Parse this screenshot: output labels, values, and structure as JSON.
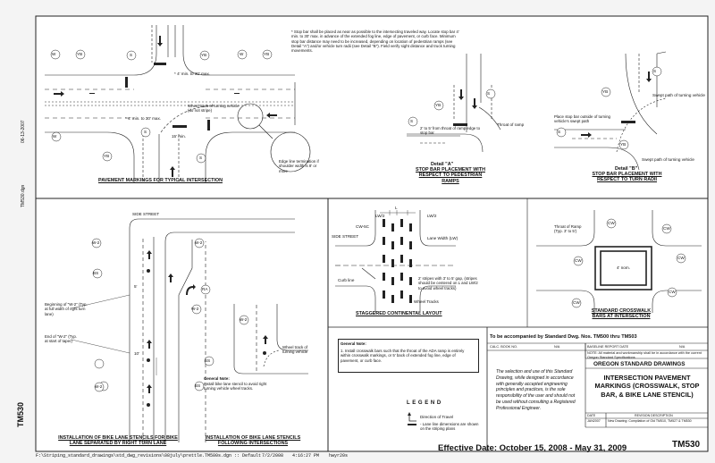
{
  "drawing": {
    "top_notes": {
      "stop_bar": "* Stop bar shall be placed as near as possible to the intersecting traveled way. Locate stop bar 4' min. to 30' max. in advance of the extended fog line, edge of pavement, or curb face. Minimum stop bar distance may need to be increased, depending on location of pedestrian ramps (see Detail \"A\") and/or vehicle turn radii (see Detail \"B\"). Field verify sight distance and truck turning movements."
    },
    "labels": {
      "w": "W",
      "yb": "YB",
      "s": "S",
      "bs": "BS",
      "ra": "RA",
      "w2": "W-2",
      "cw": "CW",
      "cw5c": "CW-5C",
      "four_to_thirty": "* 4' min. to 30' max.",
      "wheel_track": "Wheel track of turning vehicle (do not stripe)",
      "fifteen_min": "15' min.",
      "edge_line_term": "Edge line termination if shoulder width is 8' or more",
      "throat_ramp": "Throat of ramp",
      "two_to_five": "2' to 5' from throat of ramp edge to stop bar",
      "place_stop_bar": "Place stop bar outside of turning vehicle's swept path",
      "swept_path": "Swept path of turning vehicle",
      "side_street": "SIDE STREET",
      "lw2": "LW/2",
      "l": "L",
      "lane_width": "Lane Width (LW)",
      "curb_line": "Curb line",
      "stripes_note": "2' stripes with 3' to 5' gap, (stripes should be centered on L and LW/2 to avoid wheel tracks)",
      "wheel_tracks": "Wheel Tracks",
      "throat_ramp2": "Throat of Ramp (Typ. 3' to 5')",
      "four_nom": "4' nom.",
      "five_ft": "5'",
      "ten_ft": "10'",
      "begin_w2": "Beginning of \"W-2\" (Typ. at full width of right turn lane)",
      "end_w2": "End of \"W-2\" (Typ. at start of taper)",
      "wheel_track2": "Wheel track of turning vehicle"
    },
    "titles": {
      "pavement_markings": "PAVEMENT MARKINGS FOR TYPICAL INTERSECTION",
      "detail_a": "Detail \"A\"",
      "detail_a_sub": "STOP BAR PLACEMENT WITH RESPECT TO PEDESTRIAN RAMPS",
      "detail_b": "Detail \"B\"",
      "detail_b_sub": "STOP BAR PLACEMENT WITH RESPECT TO TURN RADII",
      "bike_right_turn": "INSTALLATION OF BIKE LANE STENCILS FOR BIKE LANE SEPARATED BY RIGHT TURN LANE",
      "bike_following": "INSTALLATION OF BIKE LANE STENCILS FOLLOWING INTERSECTIONS",
      "continental": "STAGGERED CONTINENTAL LAYOUT",
      "crosswalk_bars": "STANDARD CROSSWALK BARS AT INTERSECTION"
    },
    "general_notes": {
      "heading": "General Note:",
      "bike_note": "Install bike lane stencil to avoid right turning vehicle wheel tracks.",
      "crosswalk_note_heading": "General Note:",
      "crosswalk_note": "1. Install crosswalk bars such that the throat of the ADA ramp is entirely within crosswalk markings, or 5' back of extended fog line, edge of pavement, or curb face."
    },
    "side_margin": {
      "date": "06-13-2007",
      "dgn": "TM530.dgn",
      "sheet_side": "TM530"
    },
    "legend": {
      "title": "L E G E N D",
      "direction": "Direction of Travel",
      "lane_line": "- Lane line dimensions are shown on the striping plans"
    },
    "title_block": {
      "accompanied": "To be accompanied by Standard Dwg. Nos. TM500 thru TM503",
      "calc_book": "CALC. BOOK NO.",
      "calc_book_val": "N/A",
      "baseline_report": "BASELINE REPORT DATE",
      "baseline_val": "N/A",
      "all_material": "NOTE:  All material and workmanship shall be in accordance with the current Oregon Standard Specifications",
      "disclaimer": "The selection and use of this Standard Drawing, while designed in accordance with generally accepted engineering principles and practices, is the sole responsibility of the user and should not be used without consulting a Registered Professional Engineer.",
      "agency": "OREGON STANDARD DRAWINGS",
      "drawing_title": "INTERSECTION PAVEMENT MARKINGS (CROSSWALK, STOP BAR, & BIKE LANE STENCIL)",
      "date_h": "DATE",
      "rev_h": "REVISION DESCRIPTION",
      "rev_date": "JAN2007",
      "rev_desc": "New Drawing: Compilation of Old TM510, TM527 & TM530",
      "effective": "Effective Date: October 15, 2008 - May 31, 2009",
      "sheet_no": "TM530"
    },
    "footer": {
      "path": "F:\\Striping_standard_drawings\\std_dwg_revisions\\08july\\prettle.TM500s.dgn  ::  Default",
      "date": "7/2/2008",
      "time": "4:16:27 PM",
      "user": "hwyr20s"
    }
  }
}
